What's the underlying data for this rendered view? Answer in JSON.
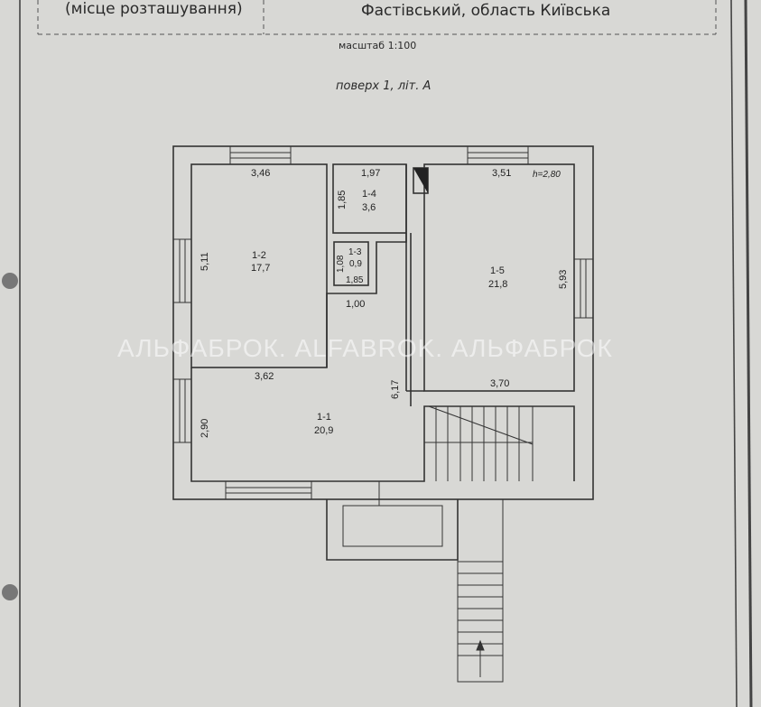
{
  "header": {
    "location_label": "(місце розташування)",
    "address": "Фастівський, область Київська",
    "scale": "масштаб 1:100",
    "floor_title": "поверх 1,  літ. А"
  },
  "watermark": "АЛЬФАБРОК. ALFABROK. АЛЬФАБРОК",
  "plan": {
    "height_note": "h=2,80",
    "rooms": [
      {
        "id": "1-1",
        "area": "20,9"
      },
      {
        "id": "1-2",
        "area": "17,7"
      },
      {
        "id": "1-3",
        "area": "0,9"
      },
      {
        "id": "1-4",
        "area": "3,6"
      },
      {
        "id": "1-5",
        "area": "21,8"
      }
    ],
    "dimensions": {
      "r12_width": "3,46",
      "r12_length": "5,11",
      "r12_bottom": "3,62",
      "r14_width": "1,97",
      "r14_length": "1,85",
      "r13_length": "1,08",
      "r13_width": "1,85",
      "corridor": "1,00",
      "r11_length": "6,17",
      "r11_height": "2,90",
      "r15_width": "3,51",
      "r15_length": "5,93",
      "r15_bottom": "3,70"
    }
  },
  "colors": {
    "paper": "#d8d8d5",
    "line": "#333333"
  }
}
